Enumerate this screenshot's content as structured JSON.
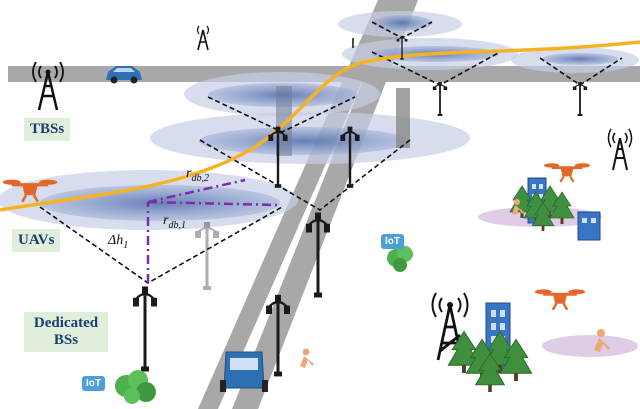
{
  "labels": {
    "tbs": "TBSs",
    "uavs": "UAVs",
    "dedicated_line1": "Dedicated",
    "dedicated_line2": "BSs"
  },
  "annotations": {
    "r_db2_base": "r",
    "r_db2_sub": "db,2",
    "r_db1_base": "r",
    "r_db1_sub": "db,1",
    "delta_h_base": "Δh",
    "delta_h_sub": "1"
  },
  "iot": {
    "badge_a": "IoT",
    "badge_b": "IoT"
  },
  "colors": {
    "road": "#a8a8a8",
    "coverage": "#5a6fa8",
    "trajectory": "#f5b324",
    "uav_orange": "#e2682a",
    "radius_line": "#7a2fa8",
    "label_bg": "#dfefdc",
    "building": "#3a74c4",
    "tree": "#3f8f3f"
  }
}
